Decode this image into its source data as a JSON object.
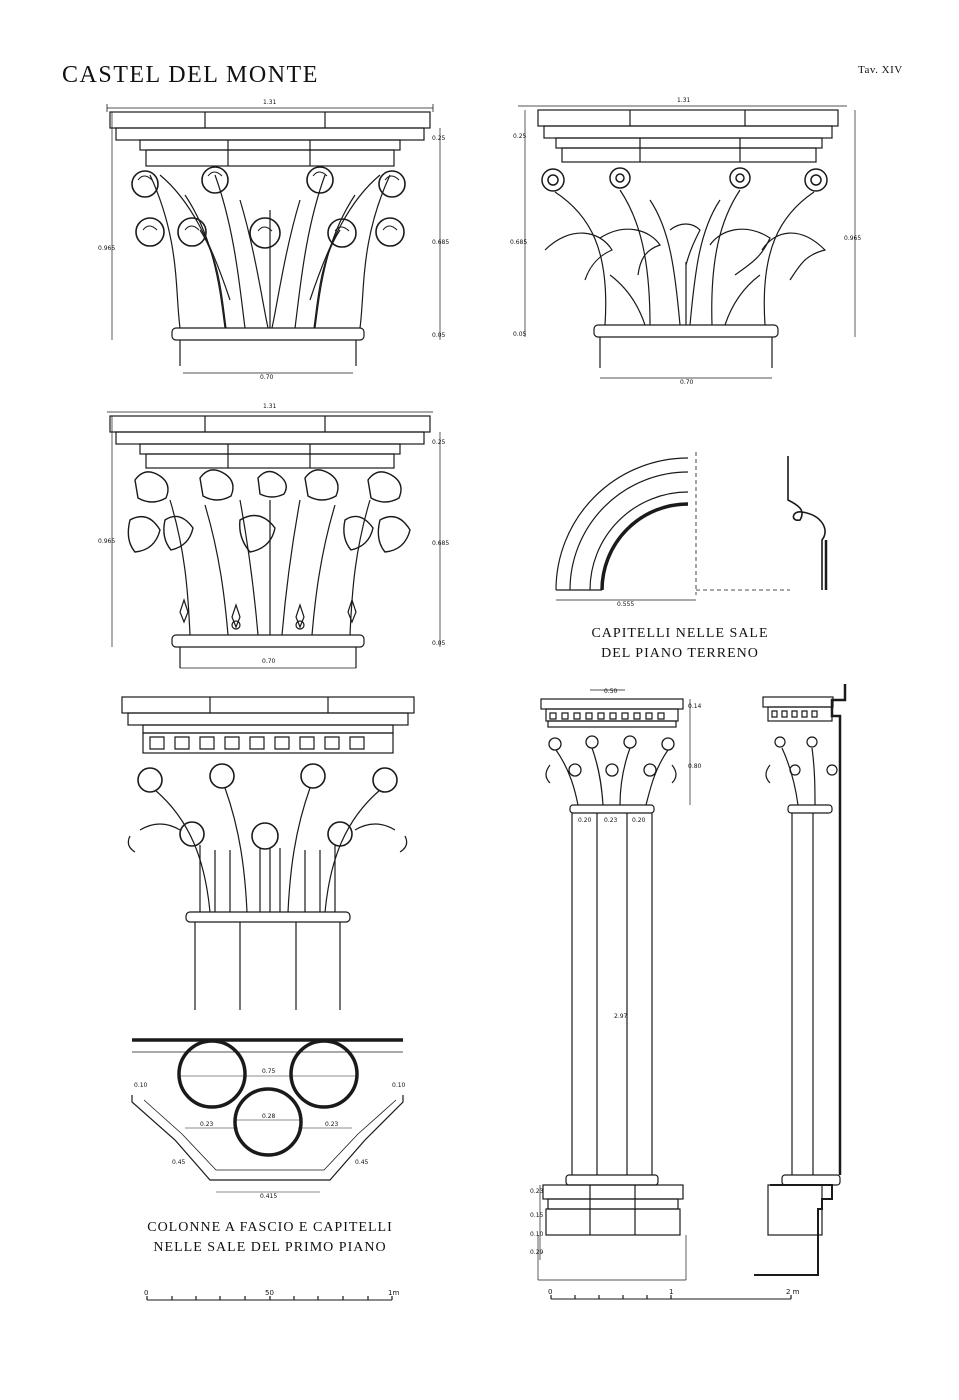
{
  "header": {
    "title": "CASTEL DEL MONTE",
    "plate": "Tav. XIV"
  },
  "captions": {
    "ground_line1": "CAPITELLI NELLE SALE",
    "ground_line2": "DEL PIANO TERRENO",
    "first_line1": "COLONNE A FASCIO E CAPITELLI",
    "first_line2": "NELLE SALE DEL PRIMO PIANO"
  },
  "dimensions": {
    "cap1": {
      "width_top": "1.31",
      "abacus_h": "0.25",
      "height_total": "0.965",
      "bell_h": "0.685",
      "astragal_h": "0.05",
      "base_w": "0.70"
    },
    "cap2": {
      "width_top": "1.31",
      "abacus_h": "0.25",
      "height_total": "0.965",
      "bell_h": "0.685",
      "astragal_h": "0.05",
      "base_w": "0.70"
    },
    "cap3": {
      "width_top": "1.31",
      "abacus_h": "0.25",
      "height_total": "0.965",
      "bell_h": "0.685",
      "astragal_h": "0.05",
      "base_w": "0.70"
    },
    "arch": {
      "width": "0.555"
    },
    "plan": {
      "total": "0.75",
      "center": "0.28",
      "left": "0.23",
      "right": "0.23",
      "left_side": "0.10",
      "right_side": "0.10",
      "diag_left": "0.45",
      "diag_right": "0.45",
      "bottom": "0.415"
    },
    "column": {
      "top": "0.50",
      "abacus": "0.14",
      "capital": "0.80",
      "shaft_a": "0.20",
      "shaft_b": "0.23",
      "shaft_c": "0.20",
      "height": "2.97",
      "base1": "0.23",
      "base2": "0.15",
      "base3": "0.10",
      "base4": "0.29"
    }
  },
  "scales": {
    "left": {
      "start": "0",
      "mid": "50",
      "end": "1m"
    },
    "right": {
      "start": "0",
      "mid": "1",
      "end": "2 m"
    }
  }
}
